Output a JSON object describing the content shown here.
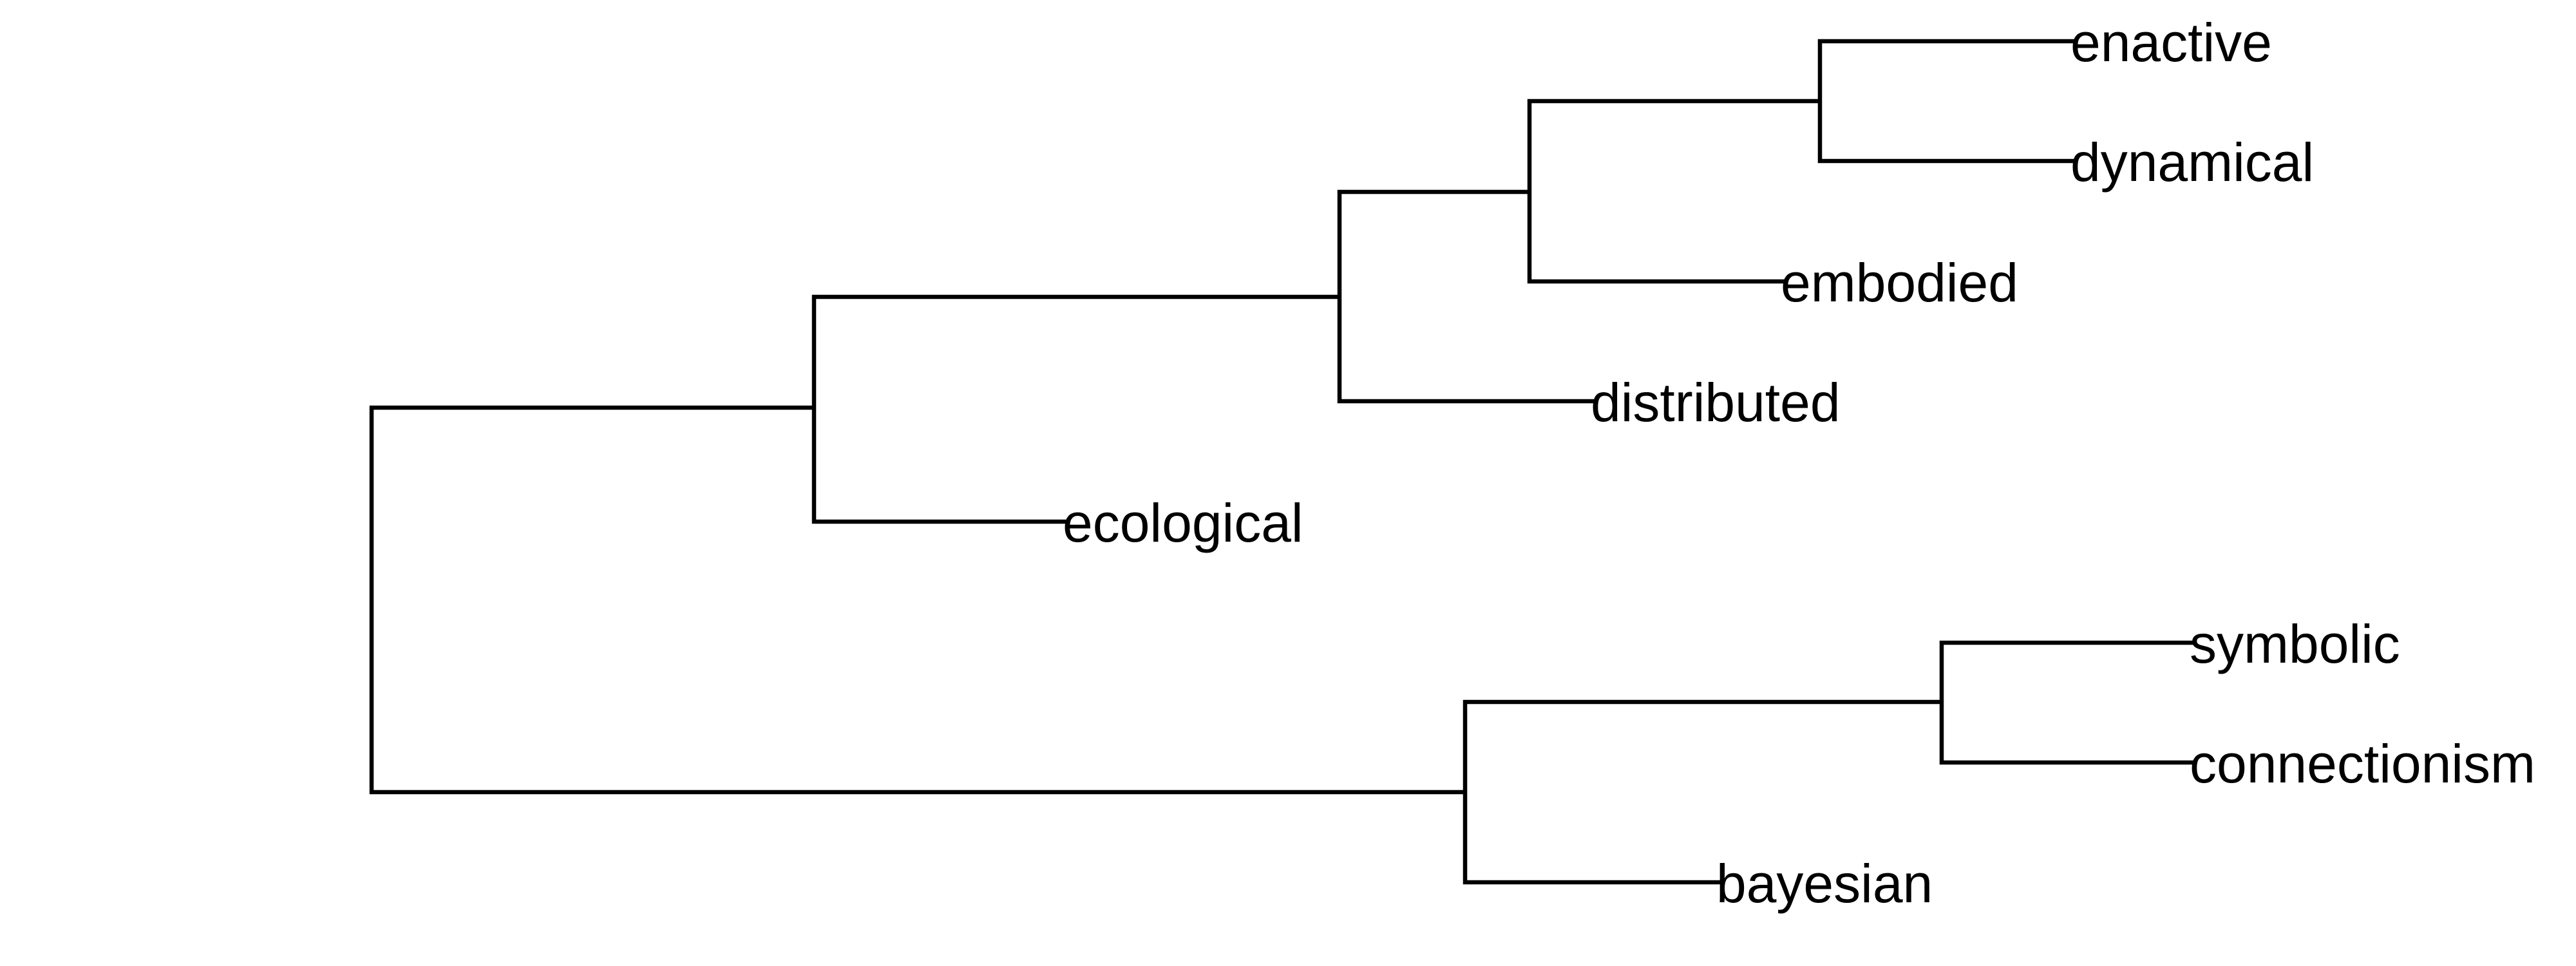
{
  "dendrogram": {
    "leaves": [
      {
        "key": "enactive",
        "label": "enactive"
      },
      {
        "key": "dynamical",
        "label": "dynamical"
      },
      {
        "key": "embodied",
        "label": "embodied"
      },
      {
        "key": "distributed",
        "label": "distributed"
      },
      {
        "key": "ecological",
        "label": "ecological"
      },
      {
        "key": "symbolic",
        "label": "symbolic"
      },
      {
        "key": "connectionism",
        "label": "connectionism"
      },
      {
        "key": "bayesian",
        "label": "bayesian"
      }
    ],
    "line_color": "#000000"
  }
}
